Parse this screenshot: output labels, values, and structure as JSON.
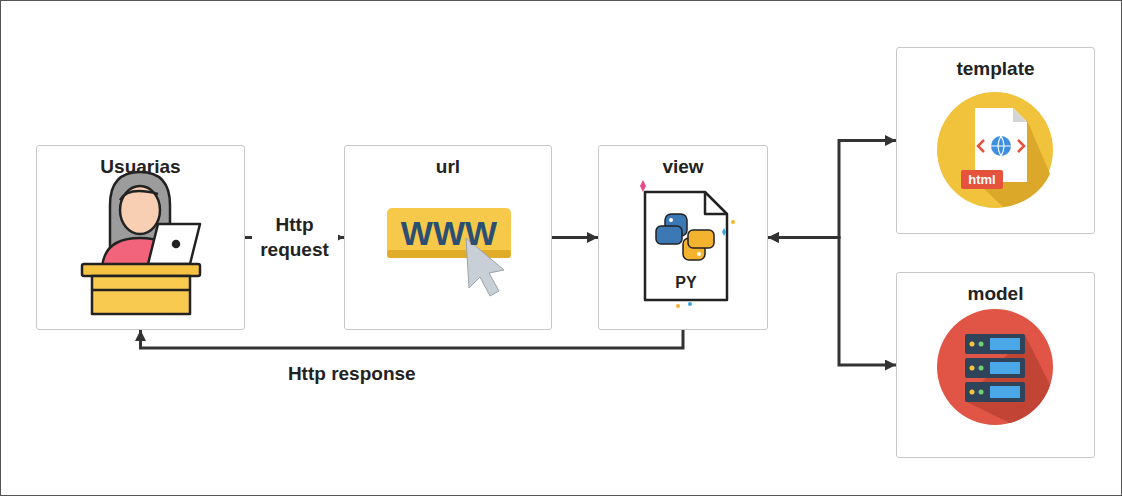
{
  "diagram": {
    "nodes": [
      {
        "text": [
          "Usuarias"
        ]
      },
      {
        "text": [
          "url"
        ]
      },
      {
        "text": [
          "view"
        ]
      },
      {
        "text": [
          "template"
        ]
      },
      {
        "text": [
          "model"
        ]
      }
    ],
    "edges": [
      {
        "from": 0,
        "to": 1,
        "label": "Http request",
        "arrow": "to"
      },
      {
        "from": 1,
        "to": 2,
        "arrow": "to"
      },
      {
        "from": 2,
        "to": 3,
        "arrow": "both"
      },
      {
        "from": 2,
        "to": 4,
        "arrow": "both"
      },
      {
        "from": 2,
        "to": 0,
        "label": "Http response",
        "arrow": "to"
      }
    ],
    "labels": [
      "WWW",
      "PY",
      "html"
    ]
  }
}
